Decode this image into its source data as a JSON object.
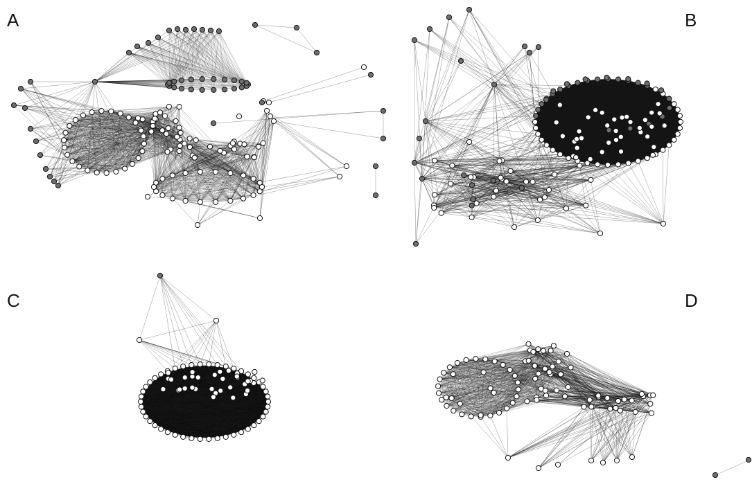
{
  "panels": [
    {
      "id": "A",
      "label": "A"
    },
    {
      "id": "B",
      "label": "B"
    },
    {
      "id": "C",
      "label": "C"
    },
    {
      "id": "D",
      "label": "D"
    }
  ],
  "legend_colors": {
    "white_node": "#ffffff",
    "grey_node": "#6e6e6e",
    "edge": "#1a1a1a"
  }
}
